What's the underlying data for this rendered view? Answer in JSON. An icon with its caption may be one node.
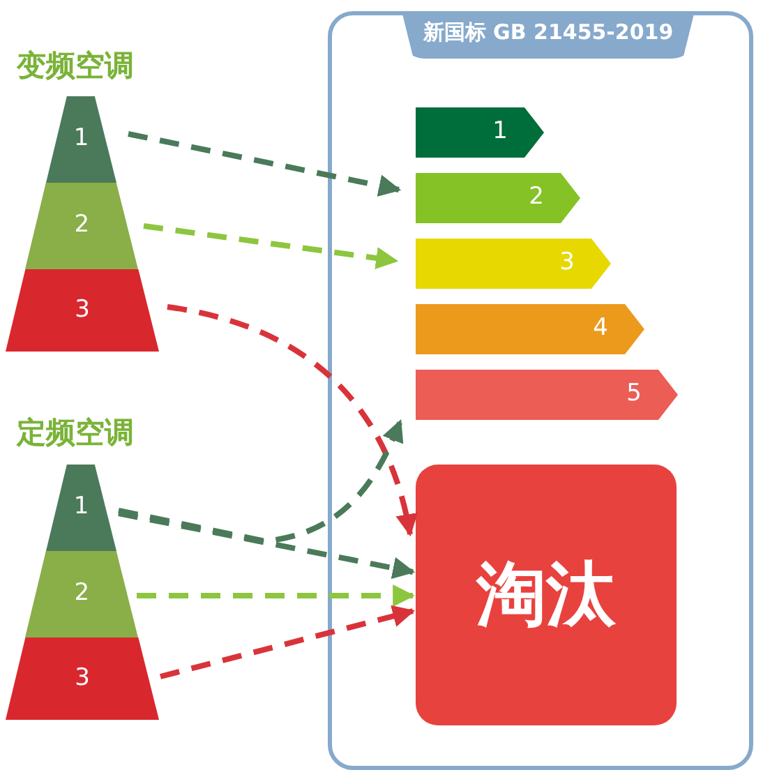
{
  "diagram": {
    "nodes": [
      {
        "text": [
          "新国标 GB 21455-2019"
        ]
      },
      {
        "text": [
          "1"
        ],
        "in": 0
      },
      {
        "text": [
          "2"
        ],
        "in": 0
      },
      {
        "text": [
          "3"
        ],
        "in": 0
      },
      {
        "text": [
          "4"
        ],
        "in": 0
      },
      {
        "text": [
          "5"
        ],
        "in": 0
      },
      {
        "text": [
          "淘汰"
        ],
        "in": 0
      },
      {
        "text": [
          "1"
        ]
      },
      {
        "text": [
          "2"
        ]
      },
      {
        "text": [
          "3"
        ]
      },
      {
        "text": [
          "1"
        ]
      },
      {
        "text": [
          "2"
        ]
      },
      {
        "text": [
          "3"
        ]
      }
    ],
    "edges": [
      {
        "from": 7,
        "to": 2,
        "arrow": "to",
        "style": "dashed",
        "color": "#4a7a5a"
      },
      {
        "from": 8,
        "to": 3,
        "arrow": "to",
        "style": "dashed",
        "color": "#8cc63f"
      },
      {
        "from": 9,
        "to": 6,
        "arrow": "to",
        "style": "dashed",
        "color": "#d9333a"
      },
      {
        "from": 10,
        "to": 5,
        "arrow": "to",
        "style": "dashed",
        "color": "#4a7a5a"
      },
      {
        "from": 10,
        "to": 6,
        "arrow": "to",
        "style": "dashed",
        "color": "#4a7a5a"
      },
      {
        "from": 11,
        "to": 6,
        "arrow": "to",
        "style": "dashed",
        "color": "#8cc63f"
      },
      {
        "from": 12,
        "to": 6,
        "arrow": "to",
        "style": "dashed",
        "color": "#d9333a"
      }
    ],
    "labels": [
      "变频空调",
      "定频空调"
    ]
  }
}
